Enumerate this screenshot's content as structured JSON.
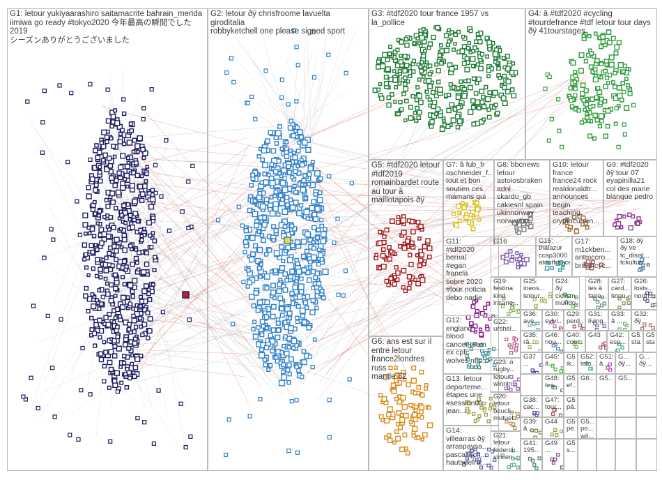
{
  "graph": {
    "groups": [
      {
        "id": "G1",
        "label": "G1: letour yukiyaarashiro saitamacrite bahrain_merida\niimiwa go ready #tokyo2020 今年最高の瞬間でした 2019\nシーズンありがとうございました",
        "color": "#1a1a5e"
      },
      {
        "id": "G2",
        "label": "G2: letour ðÿ chrisfroome lavuelta giroditalia\nrobbyketchell one please signed sport",
        "color": "#2f7fc9"
      },
      {
        "id": "G3",
        "label": "G3: #tdf2020 tour france 1957 vs la_pollice",
        "color": "#1e7a34"
      },
      {
        "id": "G4",
        "label": "G4: â #tdf2020 #cycling\n#tourdefrance #tdf letour tour days\nðÿ 41tourstages",
        "color": "#2e9a3a"
      },
      {
        "id": "G5",
        "label": "G5: #tdf2020 letour\n#tdf2019\nromainbardet route\nau tour â\nmaillotapois ðÿ",
        "color": "#a01818"
      },
      {
        "id": "G6",
        "label": "G6: ans est sur il\nentre letour\nfrance2londres russ\nmantle 82",
        "color": "#d98a1a"
      },
      {
        "id": "G7",
        "label": "G7: â fub_fr\noschneider_f...\ntout et bon\nsoutien ces\nmamans qui",
        "color": "#d9c21a"
      },
      {
        "id": "G8",
        "label": "G8: bbcnews\nletour\nastoiosbraken\nadnl\nskardu_gb\ncakiesnl spain\nukinnorway\nnorwayun...",
        "color": "#7a7a7a"
      },
      {
        "id": "G9",
        "label": "G9: #tdf2020\nðÿ tour 07\neyapinilla21\ncol des marie\nblanque pedro",
        "color": "#8a3a8a"
      },
      {
        "id": "G10",
        "label": "G10: letour\nfrance\nfrance24 rock\nrealdonaldtr...\nannounces\nbegin\nteaching\ncryptocurren...",
        "color": "#9a6a3a"
      },
      {
        "id": "G11",
        "label": "G11:\n#tdf2020\nbernal\n#egan\nfrancia\nsobre 2020\n#tour noticia\ndebo nadie",
        "color": "#8a1a8a"
      },
      {
        "id": "G12",
        "label": "G12:\nengland\nblood\ncancer team\nex cpfc\nwolves nffc...",
        "color": "#3a8a8a"
      },
      {
        "id": "G13",
        "label": "G13: letour\ndeparteme...\nétapes une\n#session01\njean...",
        "color": "#9a9a3a"
      },
      {
        "id": "G14",
        "label": "G14:\nvillearras ðÿ\narraspaysa...\npascallach...\nhautsdefra...",
        "color": "#5a5ab0"
      },
      {
        "id": "G15",
        "label": "G15:\nthalazur\nccap3000\natoutfrance...",
        "color": "#3aa0a0"
      },
      {
        "id": "G16",
        "label": "G16",
        "color": "#7a5ab0"
      },
      {
        "id": "G17",
        "label": "G17:\nm1ckben...\nantmccro...\nbritishcyc...",
        "color": "#b05a5a"
      },
      {
        "id": "G18",
        "label": "G18: ðÿ\nðÿ ve\ntc_disisl...\ntckulturt...",
        "color": "#5a8ab0"
      },
      {
        "id": "G19",
        "label": "G19:\nfestina\nkind\ninsane...",
        "color": "#8ab05a"
      },
      {
        "id": "G20",
        "label": "G20:\nletour\nboucli...\nmutuel...",
        "color": "#b08a5a"
      },
      {
        "id": "G21",
        "label": "G21:\nletour\nfederci...\nvincen...",
        "color": "#5ab08a"
      },
      {
        "id": "G22",
        "label": "G22:\nurshel...",
        "color": "#b05a8a"
      },
      {
        "id": "G23",
        "label": "G23: ó\nrugby...\nletour\nwinnin...",
        "color": "#8a5ab0"
      },
      {
        "id": "G24",
        "label": "G24: ðÿ\nciclism...\nmundo...",
        "color": "#5ab05a"
      },
      {
        "id": "G25",
        "label": "G25:\nineos...\nletour...",
        "color": "#b0b05a"
      },
      {
        "id": "G26",
        "label": "G26:\nlosts...\nnorth...",
        "color": "#5a5a8a"
      },
      {
        "id": "G27",
        "label": "G27:\ncard...\nletou...",
        "color": "#8a8a5a"
      },
      {
        "id": "G28",
        "label": "G28:\nles â\nfaire...",
        "color": "#5a8a8a"
      },
      {
        "id": "G29",
        "label": "G29:\nperd...",
        "color": "#8a5a5a"
      },
      {
        "id": "G31",
        "label": "G31:\nliving...",
        "color": "#6a6ab0"
      },
      {
        "id": "G33",
        "label": "G33:\nâ ...",
        "color": "#6ab06a"
      },
      {
        "id": "G32",
        "label": "G32:\nðÿ...",
        "color": "#b06a6a"
      },
      {
        "id": "G36",
        "label": "G36:\nave...",
        "color": "#6ab0b0"
      },
      {
        "id": "G30",
        "label": "G30:\nsylvi...",
        "color": "#b06ab0"
      },
      {
        "id": "G35",
        "label": "G35:\nrâ...",
        "color": "#b0b06a"
      },
      {
        "id": "G46",
        "label": "G46:\nnou...",
        "color": "#4a7ab0"
      },
      {
        "id": "G40",
        "label": "G40:\ncour...",
        "color": "#7ab04a"
      },
      {
        "id": "G43",
        "label": "G43",
        "color": "#b04a7a"
      },
      {
        "id": "G42",
        "label": "G42:\nesp...",
        "color": "#4ab07a"
      },
      {
        "id": "G5b",
        "label": "G5...\nsta...",
        "color": "#7a4ab0"
      },
      {
        "id": "G5c",
        "label": "G5...\nsta...",
        "color": "#b07a4a"
      },
      {
        "id": "G37",
        "label": "G37\n...",
        "color": "#4a4ab0"
      },
      {
        "id": "G45",
        "label": "G45:\nâ...",
        "color": "#4ab04a"
      },
      {
        "id": "G5d",
        "label": "G5...\nik...",
        "color": "#b04a4a"
      },
      {
        "id": "G52",
        "label": "G52:\nleto...",
        "color": "#4ab0b0"
      },
      {
        "id": "G51",
        "label": "G51:\nâ...",
        "color": "#b04ab0"
      },
      {
        "id": "G_a",
        "label": "G...\nðÿ...",
        "color": "#b0b04a"
      },
      {
        "id": "G_b",
        "label": "G...\nðÿ...",
        "color": "#6a4a8a"
      },
      {
        "id": "G48",
        "label": "G48:\nles...",
        "color": "#4a8a6a"
      },
      {
        "id": "G5e",
        "label": "G5...\nef...",
        "color": "#8a6a4a"
      },
      {
        "id": "G6a",
        "label": "G6...",
        "color": "#4a6a8a"
      },
      {
        "id": "G5f",
        "label": "G5...",
        "color": "#8a4a6a"
      },
      {
        "id": "G5g",
        "label": "G5...",
        "color": "#6a8a4a"
      },
      {
        "id": "G47",
        "label": "G47:\ntour...",
        "color": "#9a4a4a"
      },
      {
        "id": "G5h",
        "label": "G5...\npâ...",
        "color": "#4a9a4a"
      },
      {
        "id": "G38",
        "label": "G38:\ncac...",
        "color": "#4a4a9a"
      },
      {
        "id": "G44",
        "label": "G44",
        "color": "#9a9a4a"
      },
      {
        "id": "G5i",
        "label": "G5...\npe...",
        "color": "#9a4a9a"
      },
      {
        "id": "G5j",
        "label": "G5...\npo...\nwil...",
        "color": "#4a9a9a"
      },
      {
        "id": "G39",
        "label": "G39:\nâ...",
        "color": "#7a7a4a"
      },
      {
        "id": "G41",
        "label": "G41:\n195...",
        "color": "#4a7a7a"
      },
      {
        "id": "G49",
        "label": "G49\n...",
        "color": "#7a4a7a"
      },
      {
        "id": "G5k",
        "label": "G5...\ns...",
        "color": "#5a7a9a"
      }
    ]
  }
}
